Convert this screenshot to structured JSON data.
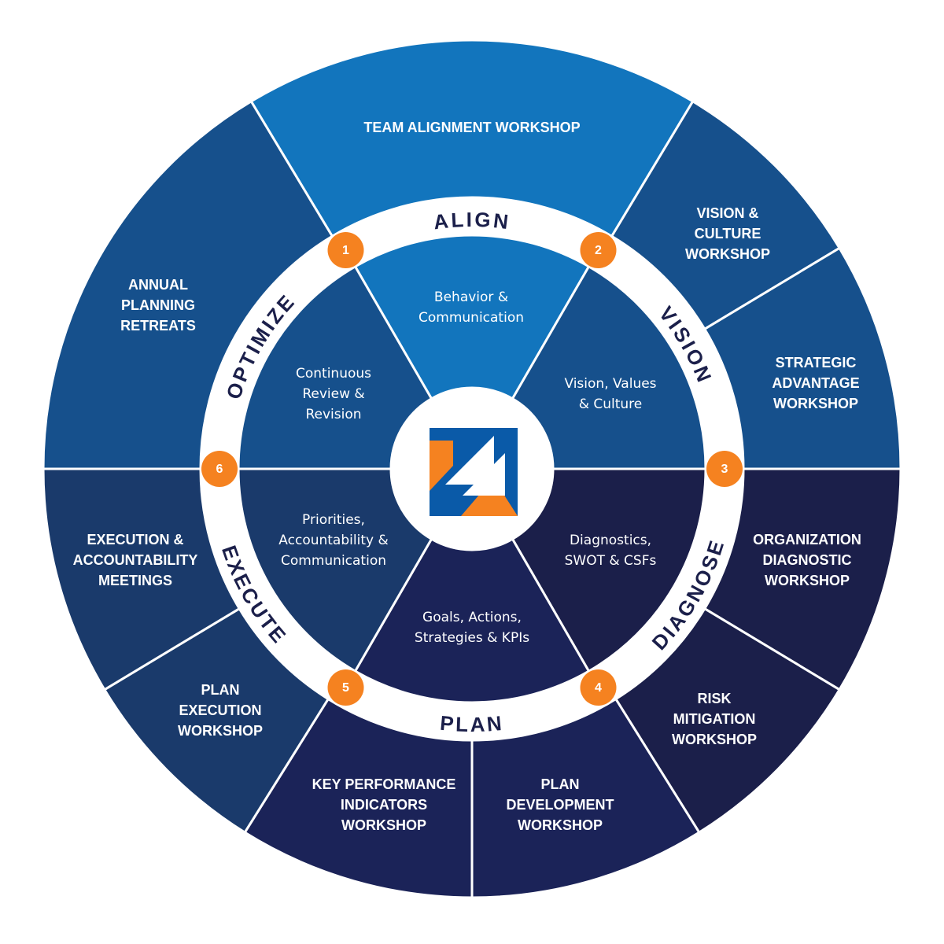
{
  "colors": {
    "bright_blue": "#1275bd",
    "mid_blue": "#16508c",
    "deep_blue": "#1a3a6b",
    "dark_navy": "#1b2358",
    "darker_navy": "#1b1f4a",
    "orange": "#f58220",
    "ring": "#ffffff",
    "text": "#ffffff",
    "logo_blue": "#0a5aa8",
    "logo_orange": "#f58220"
  },
  "outer_segments": [
    {
      "id": "team-alignment-workshop",
      "lines": [
        "TEAM ALIGNMENT WORKSHOP"
      ],
      "color": "bright_blue"
    },
    {
      "id": "vision-culture-workshop",
      "lines": [
        "VISION &",
        "CULTURE",
        "WORKSHOP"
      ],
      "color": "mid_blue"
    },
    {
      "id": "strategic-advantage-workshop",
      "lines": [
        "STRATEGIC",
        "ADVANTAGE",
        "WORKSHOP"
      ],
      "color": "mid_blue"
    },
    {
      "id": "organization-diagnostic-workshop",
      "lines": [
        "ORGANIZATION",
        "DIAGNOSTIC",
        "WORKSHOP"
      ],
      "color": "darker_navy"
    },
    {
      "id": "risk-mitigation-workshop",
      "lines": [
        "RISK",
        "MITIGATION",
        "WORKSHOP"
      ],
      "color": "darker_navy"
    },
    {
      "id": "plan-development-workshop",
      "lines": [
        "PLAN",
        "DEVELOPMENT",
        "WORKSHOP"
      ],
      "color": "dark_navy"
    },
    {
      "id": "kpi-workshop",
      "lines": [
        "KEY PERFORMANCE",
        "INDICATORS",
        "WORKSHOP"
      ],
      "color": "dark_navy"
    },
    {
      "id": "plan-execution-workshop",
      "lines": [
        "PLAN",
        "EXECUTION",
        "WORKSHOP"
      ],
      "color": "deep_blue"
    },
    {
      "id": "execution-accountability-meetings",
      "lines": [
        "EXECUTION &",
        "ACCOUNTABILITY",
        "MEETINGS"
      ],
      "color": "deep_blue"
    },
    {
      "id": "annual-planning-retreats",
      "lines": [
        "ANNUAL",
        "PLANNING",
        "RETREATS"
      ],
      "color": "mid_blue"
    }
  ],
  "inner_segments": [
    {
      "id": "behavior-communication",
      "lines": [
        "Behavior &",
        "Communication"
      ],
      "color": "bright_blue"
    },
    {
      "id": "vision-values-culture",
      "lines": [
        "Vision, Values",
        "& Culture"
      ],
      "color": "mid_blue"
    },
    {
      "id": "diagnostics-swot-csfs",
      "lines": [
        "Diagnostics,",
        "SWOT & CSFs"
      ],
      "color": "darker_navy"
    },
    {
      "id": "goals-actions-strategies-kpis",
      "lines": [
        "Goals, Actions,",
        "Strategies & KPIs"
      ],
      "color": "dark_navy"
    },
    {
      "id": "priorities-accountability-communication",
      "lines": [
        "Priorities,",
        "Accountability &",
        "Communication"
      ],
      "color": "deep_blue"
    },
    {
      "id": "continuous-review-revision",
      "lines": [
        "Continuous",
        "Review &",
        "Revision"
      ],
      "color": "mid_blue"
    }
  ],
  "ring_labels": [
    "ALIGN",
    "VISION",
    "DIAGNOSE",
    "PLAN",
    "EXECUTE",
    "OPTIMIZE"
  ],
  "step_numbers": [
    "1",
    "2",
    "3",
    "4",
    "5",
    "6"
  ]
}
